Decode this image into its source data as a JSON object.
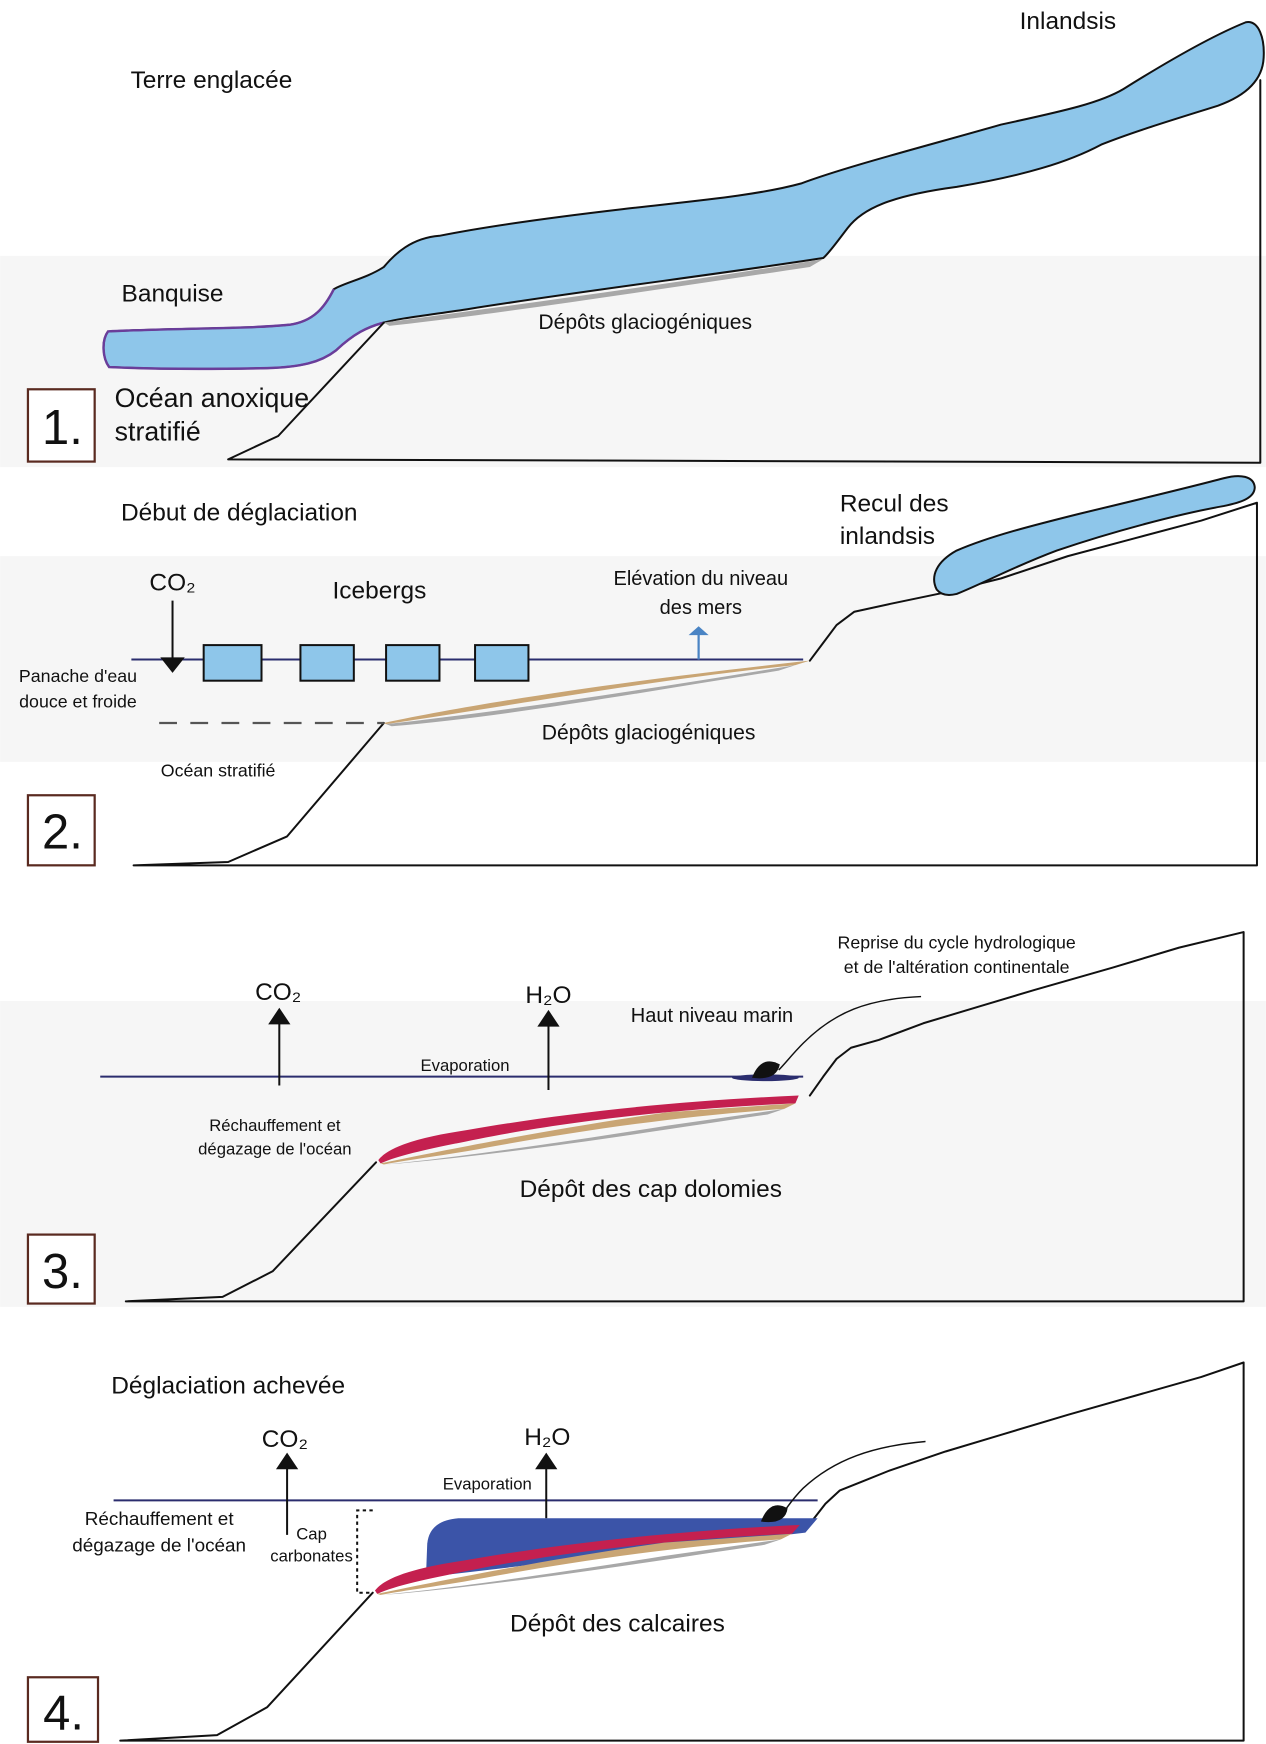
{
  "panel1": {
    "number": "1.",
    "title": "Terre englacée",
    "inlandsis": "Inlandsis",
    "banquise": "Banquise",
    "deposits": "Dépôts glaciogéniques",
    "ocean": [
      "Océan anoxique",
      "stratifié"
    ]
  },
  "panel2": {
    "number": "2.",
    "title": "Début de déglaciation",
    "retreat": [
      "Recul des",
      "inlandsis"
    ],
    "co2": "CO₂",
    "icebergs": "Icebergs",
    "sea_rise": [
      "Elévation du niveau",
      "des mers"
    ],
    "plume": [
      "Panache d'eau",
      "douce et froide"
    ],
    "deposits": "Dépôts glaciogéniques",
    "ocean": "Océan stratifié"
  },
  "panel3": {
    "number": "3.",
    "hydro": [
      "Reprise du cycle hydrologique",
      "et de l'altération continentale"
    ],
    "co2": "CO₂",
    "h2o": "H₂O",
    "high_sea": "Haut niveau marin",
    "evaporation": "Evaporation",
    "warming": [
      "Réchauffement et",
      "dégazage de l'océan"
    ],
    "deposits": "Dépôt des cap dolomies"
  },
  "panel4": {
    "number": "4.",
    "title": "Déglaciation achevée",
    "co2": "CO₂",
    "h2o": "H₂O",
    "evaporation": "Evaporation",
    "warming": [
      "Réchauffement et",
      "dégazage de l'océan"
    ],
    "cap": [
      "Cap",
      "carbonates"
    ],
    "deposits": "Dépôt des calcaires"
  },
  "colors": {
    "ice": "#8ec6ea",
    "banquise_outline": "#6a3d9a",
    "sea_line": "#2b2d6e",
    "deposit_gray": "#a8a8a8",
    "deposit_tan": "#c9a574",
    "deposit_red": "#c4204f",
    "water_dark": "#3b54a8",
    "rise_arrow": "#4a84c4",
    "box_stroke": "#5a2a20",
    "band": "#f6f6f6"
  }
}
